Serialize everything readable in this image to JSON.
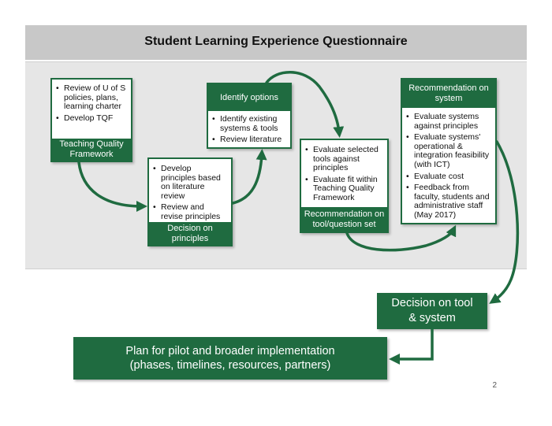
{
  "title": "Student Learning Experience Questionnaire",
  "boxes": {
    "teaching_quality": {
      "items": [
        "Review of U of S policies, plans, learning charter",
        "Develop TQF"
      ],
      "footer": [
        "Teaching Quality",
        "Framework"
      ]
    },
    "identify_options": {
      "header": [
        "Identify options"
      ],
      "items": [
        "Identify existing systems & tools",
        "Review literature"
      ]
    },
    "decision_principles": {
      "items": [
        "Develop principles based on literature review",
        "Review and revise principles"
      ],
      "footer": [
        "Decision on",
        "principles"
      ]
    },
    "recommendation_tool": {
      "items": [
        "Evaluate selected tools against principles",
        "Evaluate fit within Teaching Quality Framework"
      ],
      "footer": [
        "Recommendation on",
        "tool/question set"
      ]
    },
    "recommendation_system": {
      "header": [
        "Recommendation on",
        "system"
      ],
      "items": [
        "Evaluate systems against principles",
        "Evaluate systems' operational & integration feasibility (with ICT)",
        "Evaluate cost",
        "Feedback from faculty, students and administrative staff (May 2017)"
      ]
    }
  },
  "decision_tool_system": [
    "Decision on tool",
    "& system"
  ],
  "plan": [
    "Plan for pilot and broader implementation",
    "(phases, timelines, resources, partners)"
  ],
  "page_number": "2",
  "colors": {
    "green": "#1f6b40",
    "band": "#e6e6e6",
    "title_band": "#c8c8c8"
  }
}
